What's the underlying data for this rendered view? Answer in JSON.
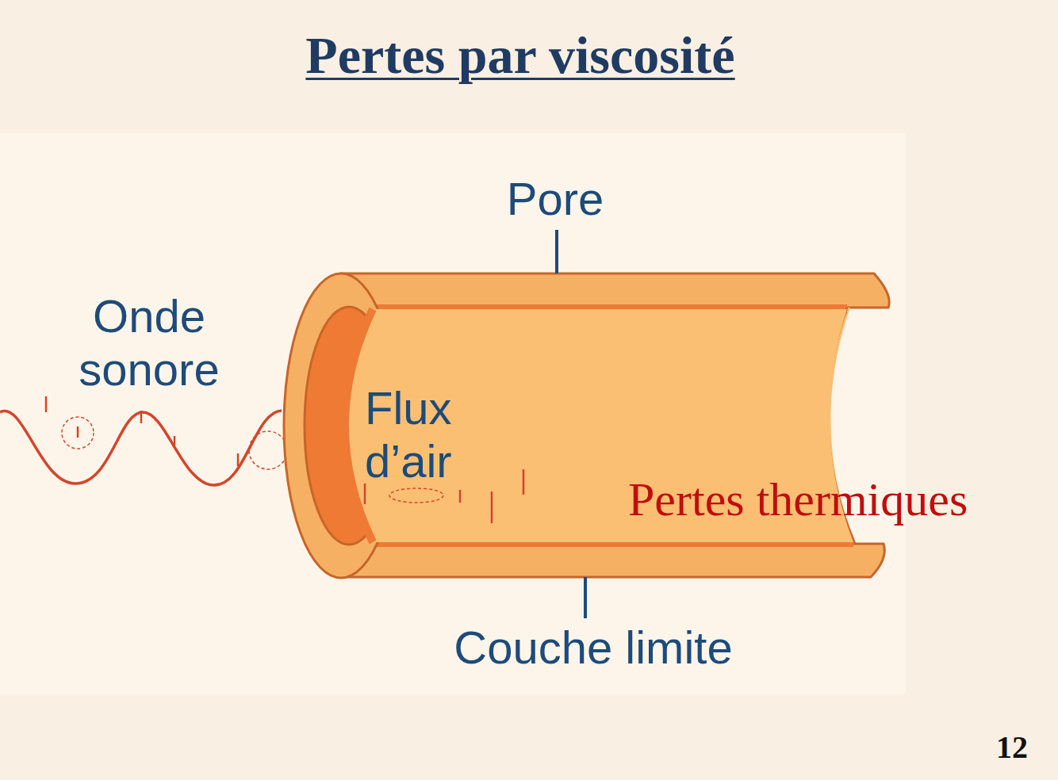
{
  "diagram": {
    "title": "Pertes par viscosité",
    "labels": [
      "Pore",
      "Onde sonore",
      "Flux d’air",
      "Couche limite",
      "Pertes thermiques",
      "12"
    ]
  }
}
